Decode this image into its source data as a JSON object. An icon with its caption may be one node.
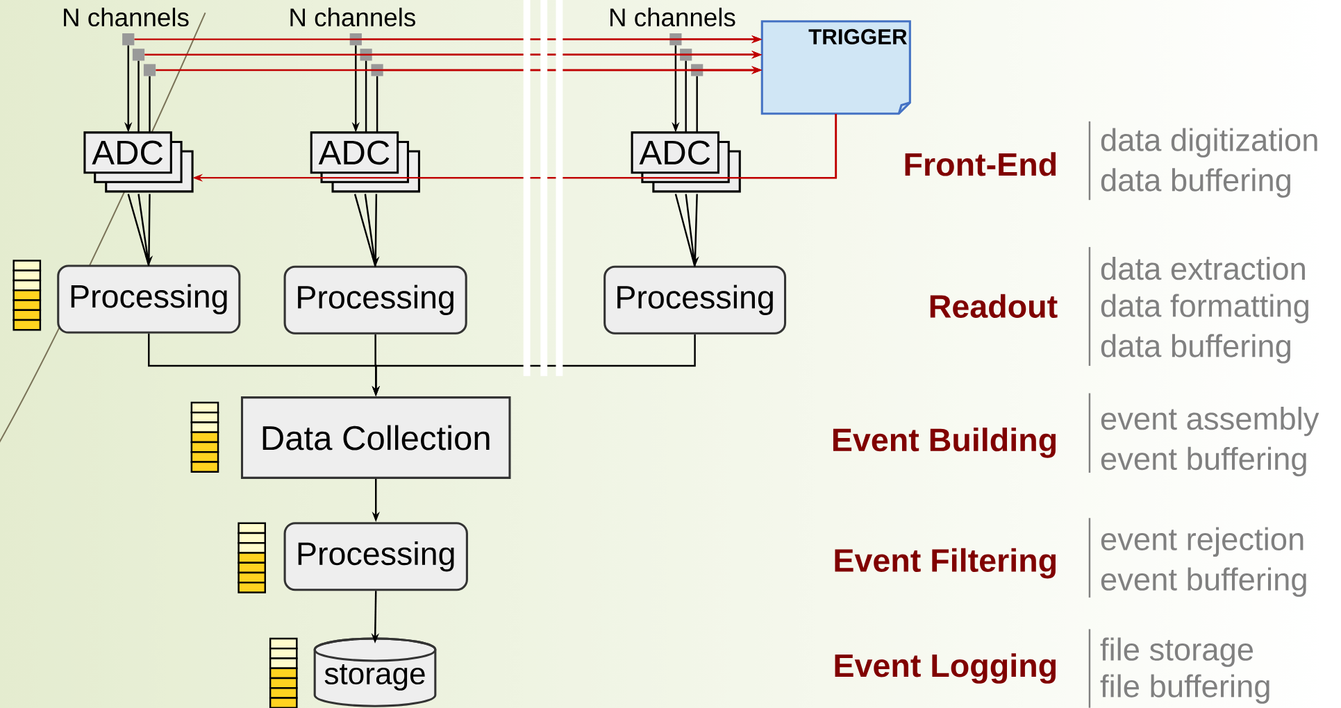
{
  "diagram": {
    "nodes": [
      {
        "text": [],
        "shape": "box"
      },
      {
        "text": [],
        "shape": "box"
      },
      {
        "text": [],
        "shape": "box"
      },
      {
        "text": [],
        "shape": "box"
      },
      {
        "text": [],
        "shape": "box"
      },
      {
        "text": [],
        "shape": "box"
      },
      {
        "text": [],
        "shape": "box"
      },
      {
        "text": [],
        "shape": "box"
      },
      {
        "text": [],
        "shape": "box"
      },
      {
        "text": [
          "TRIGGER"
        ]
      },
      {
        "text": [
          "ADC"
        ]
      },
      {
        "text": [
          "ADC"
        ]
      },
      {
        "text": [
          "ADC"
        ]
      },
      {
        "text": [
          "Processing"
        ]
      },
      {
        "text": [
          "Processing"
        ]
      },
      {
        "text": [
          "Processing"
        ]
      },
      {
        "text": [
          "Data Collection"
        ]
      },
      {
        "text": [
          "Processing"
        ]
      },
      {
        "text": [
          "storage"
        ]
      }
    ],
    "edges": [
      {
        "from": 0,
        "to": 10,
        "arrow": "to"
      },
      {
        "from": 1,
        "to": 10,
        "arrow": "none"
      },
      {
        "from": 2,
        "to": 10,
        "arrow": "none"
      },
      {
        "from": 3,
        "to": 11,
        "arrow": "to"
      },
      {
        "from": 4,
        "to": 11,
        "arrow": "none"
      },
      {
        "from": 5,
        "to": 11,
        "arrow": "none"
      },
      {
        "from": 6,
        "to": 12,
        "arrow": "to"
      },
      {
        "from": 7,
        "to": 12,
        "arrow": "none"
      },
      {
        "from": 8,
        "to": 12,
        "arrow": "none"
      },
      {
        "from": 0,
        "to": 9,
        "arrow": "to",
        "color": "#c00000"
      },
      {
        "from": 1,
        "to": 9,
        "arrow": "to",
        "color": "#c00000"
      },
      {
        "from": 2,
        "to": 9,
        "arrow": "to",
        "color": "#c00000"
      },
      {
        "from": 3,
        "to": 9,
        "arrow": "to",
        "color": "#c00000"
      },
      {
        "from": 4,
        "to": 9,
        "arrow": "to",
        "color": "#c00000"
      },
      {
        "from": 5,
        "to": 9,
        "arrow": "to",
        "color": "#c00000"
      },
      {
        "from": 6,
        "to": 9,
        "arrow": "to",
        "color": "#c00000"
      },
      {
        "from": 7,
        "to": 9,
        "arrow": "to",
        "color": "#c00000"
      },
      {
        "from": 8,
        "to": 9,
        "arrow": "to",
        "color": "#c00000"
      },
      {
        "from": 9,
        "to": 10,
        "arrow": "to",
        "color": "#c00000"
      },
      {
        "from": 9,
        "to": 11,
        "arrow": "none",
        "color": "#c00000"
      },
      {
        "from": 9,
        "to": 12,
        "arrow": "none",
        "color": "#c00000"
      },
      {
        "from": 10,
        "to": 13,
        "arrow": "to"
      },
      {
        "from": 11,
        "to": 14,
        "arrow": "to"
      },
      {
        "from": 12,
        "to": 15,
        "arrow": "to"
      },
      {
        "from": 13,
        "to": 16,
        "arrow": "to"
      },
      {
        "from": 14,
        "to": 16,
        "arrow": "to"
      },
      {
        "from": 15,
        "to": 16,
        "arrow": "to"
      },
      {
        "from": 16,
        "to": 17,
        "arrow": "to"
      },
      {
        "from": 17,
        "to": 18,
        "arrow": "to"
      }
    ],
    "labels": [
      "N channels",
      "N channels",
      "N channels",
      "Front-End",
      "data digitization",
      "data buffering",
      "Readout",
      "data extraction",
      "data formatting",
      "data buffering",
      "Event Building",
      "event assembly",
      "event buffering",
      "Event Filtering",
      "event rejection",
      "event buffering",
      "Event Logging",
      "file storage",
      "file buffering"
    ]
  }
}
